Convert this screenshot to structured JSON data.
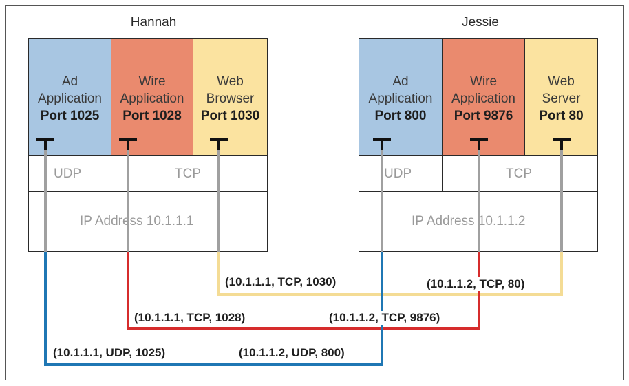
{
  "colors": {
    "ad": "#a8c6e2",
    "wire": "#ea8a6e",
    "web": "#fbe3a0",
    "blue_line": "#1f77b4",
    "red_line": "#d62c2c",
    "yellow_line": "#f4dc95",
    "gray_line": "#a0a0a0"
  },
  "hosts": {
    "left": {
      "name": "Hannah",
      "apps": [
        {
          "line1": "Ad",
          "line2": "Application",
          "port": "Port 1025"
        },
        {
          "line1": "Wire",
          "line2": "Application",
          "port": "Port 1028"
        },
        {
          "line1": "Web",
          "line2": "Browser",
          "port": "Port 1030"
        }
      ],
      "udp": "UDP",
      "tcp": "TCP",
      "ip": "IP Address 10.1.1.1"
    },
    "right": {
      "name": "Jessie",
      "apps": [
        {
          "line1": "Ad",
          "line2": "Application",
          "port": "Port 800"
        },
        {
          "line1": "Wire",
          "line2": "Application",
          "port": "Port 9876"
        },
        {
          "line1": "Web",
          "line2": "Server",
          "port": "Port 80"
        }
      ],
      "udp": "UDP",
      "tcp": "TCP",
      "ip": "IP Address 10.1.1.2"
    }
  },
  "tuples": {
    "web_left": "(10.1.1.1, TCP, 1030)",
    "web_right": "(10.1.1.2, TCP, 80)",
    "wire_left": "(10.1.1.1, TCP, 1028)",
    "wire_right": "(10.1.1.2, TCP, 9876)",
    "ad_left": "(10.1.1.1, UDP, 1025)",
    "ad_right": "(10.1.1.2, UDP, 800)"
  }
}
